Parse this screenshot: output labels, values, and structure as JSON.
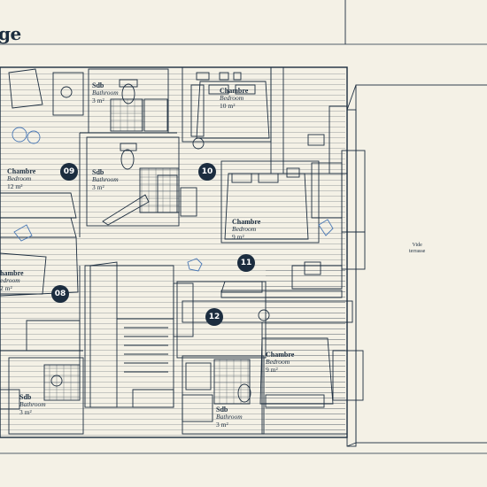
{
  "header": {
    "title": "ge"
  },
  "rooms": [
    {
      "fr": "Sdb",
      "en": "Bathroom",
      "area": "3 m²"
    },
    {
      "fr": "Chambre",
      "en": "Bedroom",
      "area": "10 m²"
    },
    {
      "fr": "Chambre",
      "en": "Bedroom",
      "area": "12 m²"
    },
    {
      "fr": "Sdb",
      "en": "Bathroom",
      "area": "3 m²"
    },
    {
      "fr": "Chambre",
      "en": "Bedroom",
      "area": "9 m²"
    },
    {
      "fr": "hambre",
      "en": "edroom",
      "area": "2 m²"
    },
    {
      "fr": "Chambre",
      "en": "Bedroom",
      "area": "9 m²"
    },
    {
      "fr": "Sdb",
      "en": "Bathroom",
      "area": "3 m²"
    },
    {
      "fr": "Sdb",
      "en": "Bathroom",
      "area": "3 m²"
    }
  ],
  "badges": [
    "09",
    "10",
    "11",
    "08",
    "12"
  ],
  "vide": {
    "line1": "Vide",
    "line2": "terrasse"
  },
  "colors": {
    "background": "#f4f1e6",
    "ink": "#1c2d3f",
    "accent_blue": "#4a78b5"
  }
}
